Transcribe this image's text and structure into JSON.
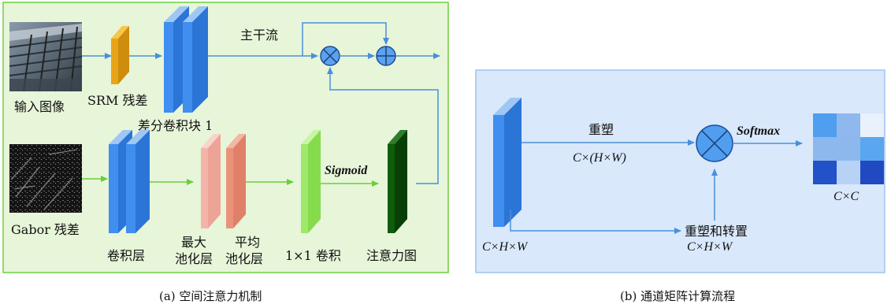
{
  "panel_a": {
    "caption": "(a) 空间注意力机制",
    "main_stream_label": "主干流",
    "input_image_label": "输入图像",
    "srm_label": "SRM 残差",
    "diff_conv_label": "差分卷积块 1",
    "gabor_label": "Gabor 残差",
    "conv_layer_label": "卷积层",
    "maxpool_label_1": "最大",
    "maxpool_label_2": "池化层",
    "avgpool_label_1": "平均",
    "avgpool_label_2": "池化层",
    "conv1x1_label": "1×1 卷积",
    "sigmoid_label": "Sigmoid",
    "attention_map_label": "注意力图",
    "multiply_symbol": "⊗",
    "add_symbol": "⊕"
  },
  "panel_b": {
    "caption": "(b) 通道矩阵计算流程",
    "reshape_label": "重塑",
    "reshape_dims": "C×(H×W)",
    "input_dims": "C×H×W",
    "reshape_transpose_label": "重塑和转置",
    "reshape_transpose_dims": "C×H×W",
    "softmax_label": "Softmax",
    "output_dims": "C×C",
    "matrix_colors": [
      [
        "#4f9ef0",
        "#8fb8ee",
        "#e8f1fc"
      ],
      [
        "#8cb8ee",
        "#8cb8ee",
        "#5aa6ef"
      ],
      [
        "#2251c8",
        "#b7d2f5",
        "#2049c2"
      ]
    ]
  },
  "colors": {
    "panel_a_bg": "#e7f5d9",
    "panel_a_border": "#6dd13c",
    "panel_b_bg": "#d9e8fb",
    "panel_b_border": "#9fc3ef",
    "arrow_blue": "#4a90d9",
    "arrow_green": "#6ccd3a"
  }
}
